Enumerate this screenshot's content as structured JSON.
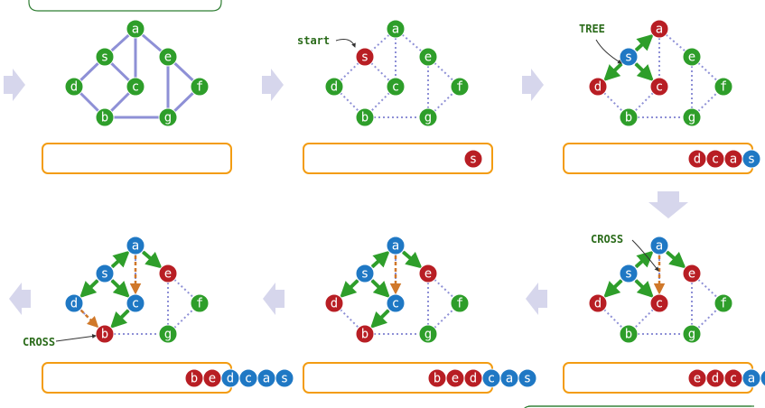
{
  "colors": {
    "green": "#2e9e2a",
    "red": "#b81e24",
    "blue": "#1f78c4",
    "edge_plain": "#8e90d6",
    "edge_dotted": "#8e90d6",
    "tree_edge": "#2e9e2a",
    "cross_edge": "#d0782a",
    "queue_border": "#f39c12",
    "flow_arrow": "#d6d6ec",
    "frame_green": "#2e7d32"
  },
  "nodes": [
    "a",
    "s",
    "e",
    "d",
    "c",
    "f",
    "b",
    "g"
  ],
  "panels": [
    {
      "id": "p1",
      "colors": {
        "a": "green",
        "s": "green",
        "e": "green",
        "d": "green",
        "c": "green",
        "f": "green",
        "b": "green",
        "g": "green"
      },
      "queue_red": [],
      "queue_blue": []
    },
    {
      "id": "p2",
      "colors": {
        "a": "green",
        "s": "red",
        "e": "green",
        "d": "green",
        "c": "green",
        "f": "green",
        "b": "green",
        "g": "green"
      },
      "queue_red": [
        "s"
      ],
      "queue_blue": [],
      "callout": "start"
    },
    {
      "id": "p3",
      "colors": {
        "a": "red",
        "s": "blue",
        "e": "green",
        "d": "red",
        "c": "red",
        "f": "green",
        "b": "green",
        "g": "green"
      },
      "queue_red": [
        "d",
        "c",
        "a"
      ],
      "queue_blue": [
        "s"
      ],
      "callout": "TREE"
    },
    {
      "id": "p4",
      "colors": {
        "a": "blue",
        "s": "blue",
        "e": "red",
        "d": "red",
        "c": "red",
        "f": "green",
        "b": "green",
        "g": "green"
      },
      "queue_red": [
        "e",
        "d",
        "c"
      ],
      "queue_blue": [
        "a",
        "s"
      ],
      "callout": "CROSS"
    },
    {
      "id": "p5",
      "colors": {
        "a": "blue",
        "s": "blue",
        "e": "red",
        "d": "red",
        "c": "blue",
        "f": "green",
        "b": "red",
        "g": "green"
      },
      "queue_red": [
        "b",
        "e",
        "d"
      ],
      "queue_blue": [
        "c",
        "a",
        "s"
      ]
    },
    {
      "id": "p6",
      "colors": {
        "a": "blue",
        "s": "blue",
        "e": "red",
        "d": "blue",
        "c": "blue",
        "f": "green",
        "b": "red",
        "g": "green"
      },
      "queue_red": [
        "b",
        "e"
      ],
      "queue_blue": [
        "d",
        "c",
        "a",
        "s"
      ],
      "callout": "CROSS"
    }
  ]
}
